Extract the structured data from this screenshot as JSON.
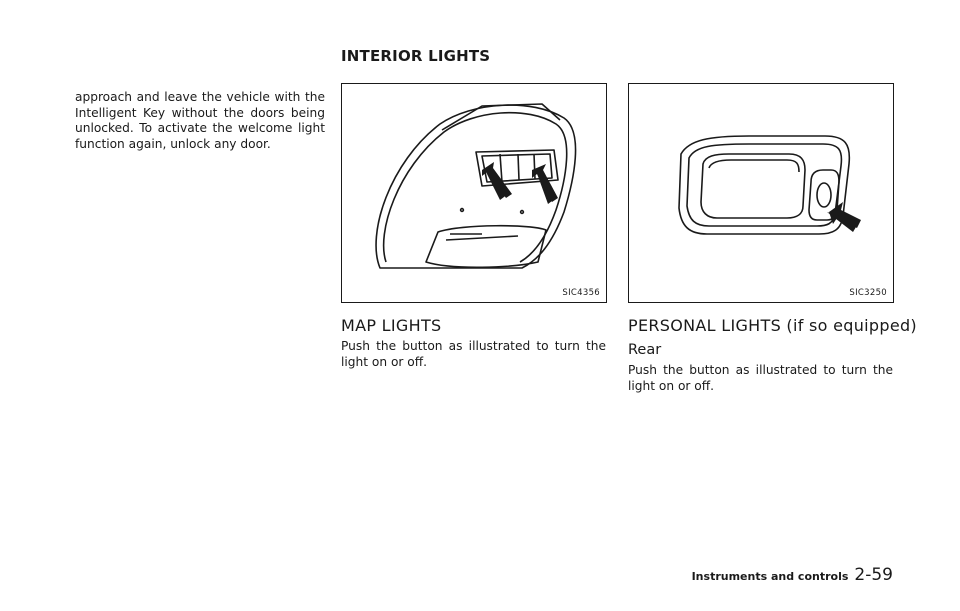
{
  "header": {
    "section_title": "INTERIOR LIGHTS"
  },
  "left_column": {
    "intro_text": "approach and leave the vehicle with the Intelligent Key without the doors being unlocked. To activate the welcome light function again, unlock any door."
  },
  "map_lights": {
    "figure_code": "SIC4356",
    "heading": "MAP LIGHTS",
    "body": "Push the button as illustrated to turn the light on or off."
  },
  "personal_lights": {
    "figure_code": "SIC3250",
    "heading": "PERSONAL LIGHTS (if so equipped)",
    "subheading": "Rear",
    "body": "Push the button as illustrated to turn the light on or off."
  },
  "footer": {
    "section_name": "Instruments and controls",
    "page_number": "2-59"
  }
}
